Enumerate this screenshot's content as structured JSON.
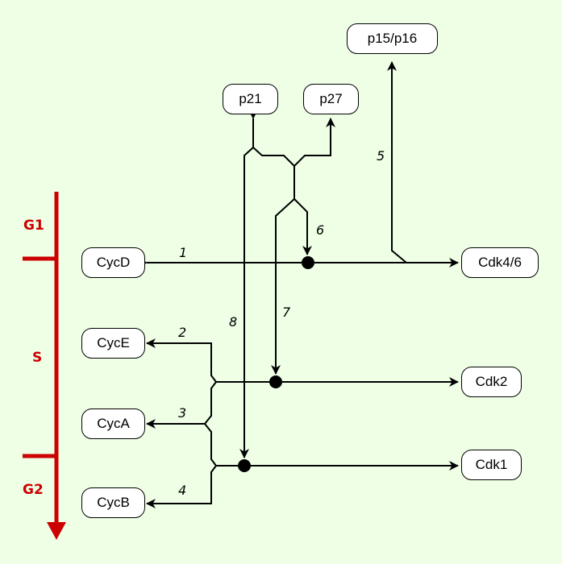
{
  "nodes": {
    "p15_p16": "p15/p16",
    "p21": "p21",
    "p27": "p27",
    "cycd": "CycD",
    "cyce": "CycE",
    "cyca": "CycA",
    "cycb": "CycB",
    "cdk46": "Cdk4/6",
    "cdk2": "Cdk2",
    "cdk1": "Cdk1"
  },
  "phases": {
    "g1": "G1",
    "s": "S",
    "g2": "G2"
  },
  "interactions": [
    "1",
    "2",
    "3",
    "4",
    "5",
    "6",
    "7",
    "8"
  ],
  "colors": {
    "phase_axis": "#cc0000",
    "background": "#efffe6",
    "line": "#000000"
  }
}
